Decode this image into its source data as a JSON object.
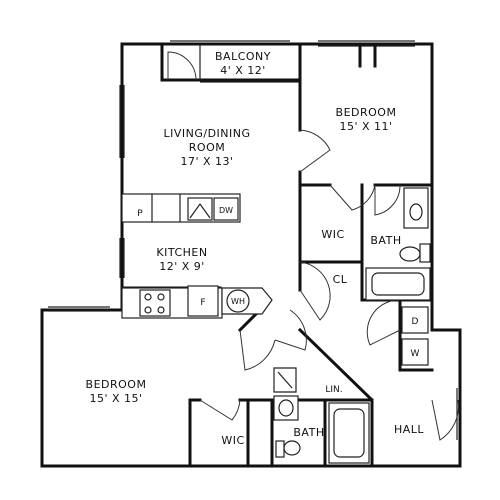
{
  "rooms": {
    "balcony": {
      "name": "BALCONY",
      "dims": "4' X 12'"
    },
    "bedroom_upper": {
      "name": "BEDROOM",
      "dims": "15' X 11'"
    },
    "living_dining": {
      "name_line1": "LIVING/DINING",
      "name_line2": "ROOM",
      "dims": "17' X 13'"
    },
    "kitchen": {
      "name": "KITCHEN",
      "dims": "12' X 9'"
    },
    "bedroom_lower": {
      "name": "BEDROOM",
      "dims": "15' X 15'"
    },
    "wic_upper": {
      "name": "WIC"
    },
    "bath_upper": {
      "name": "BATH"
    },
    "closet": {
      "name": "CL"
    },
    "wic_lower": {
      "name": "WIC"
    },
    "bath_lower": {
      "name": "BATH"
    },
    "linen": {
      "name": "LIN."
    },
    "hall": {
      "name": "HALL"
    }
  },
  "appliances": {
    "pantry": "P",
    "dishwasher": "DW",
    "fridge": "F",
    "water_heater": "WH",
    "dryer": "D",
    "washer": "W"
  }
}
